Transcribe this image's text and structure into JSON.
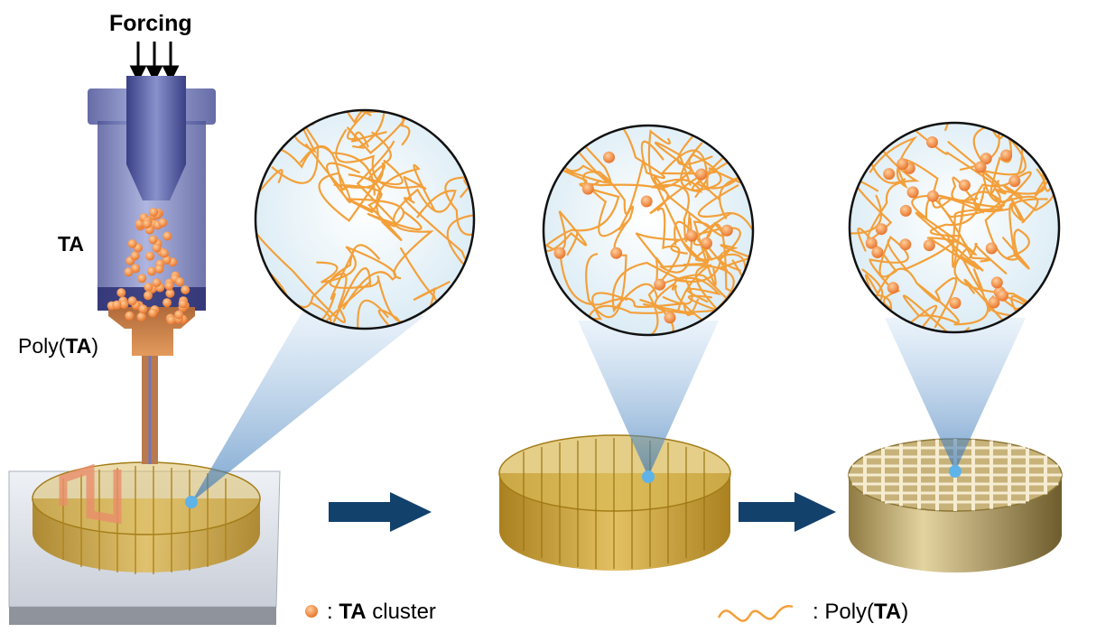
{
  "labels": {
    "forcing": "Forcing",
    "ta": "TA",
    "poly_prefix": "Poly(",
    "poly_bold": "TA",
    "poly_suffix": ")"
  },
  "legend": {
    "cluster_sep": ": ",
    "cluster_bold": "TA",
    "cluster_rest": " cluster",
    "poly_sep": ": Poly(",
    "poly_bold": "TA",
    "poly_suffix": ")"
  },
  "colors": {
    "orange": "#f3a03a",
    "cluster": "#f0843a",
    "navy_arrow": "#12416c",
    "nozzle": "#6f78b8",
    "amber": "#c99a1e",
    "tan": "#c2ad72"
  }
}
